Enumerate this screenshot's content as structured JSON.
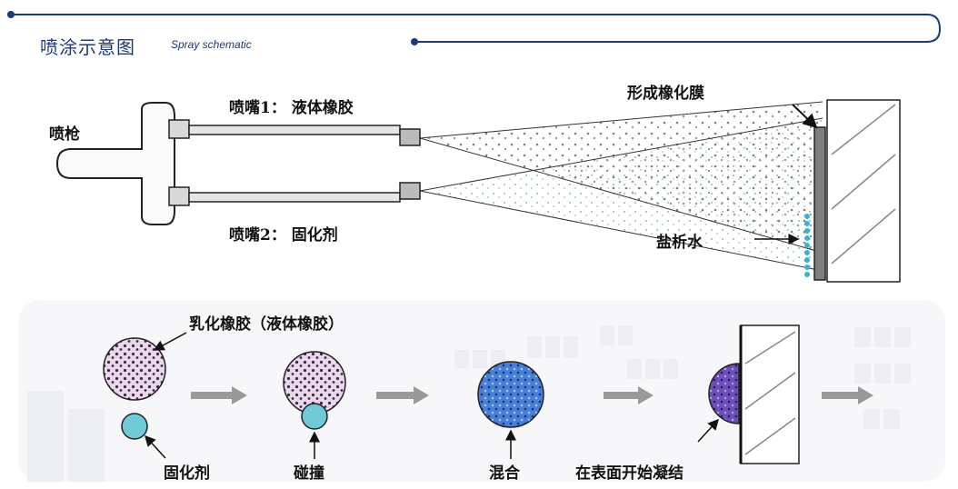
{
  "header": {
    "title": "喷涂示意图",
    "subtitle": "Spray schematic"
  },
  "top_diagram": {
    "gun_label": "喷枪",
    "nozzle1_label": "喷嘴1： 液体橡胶",
    "nozzle2_label": "喷嘴2： 固化剂",
    "film_label": "形成橡化膜",
    "salt_label": "盐析水"
  },
  "bottom_diagram": {
    "latex_label": "乳化橡胶（液体橡胶）",
    "curing_label": "固化剂",
    "collide_label": "碰撞",
    "mix_label": "混合",
    "coagulate_label": "在表面开始凝结"
  },
  "colors": {
    "brand": "#1a3a78",
    "curing_agent": "#6fc9d6",
    "mixed": "#4a7fd8",
    "latex_fill": "#ead7ea"
  }
}
